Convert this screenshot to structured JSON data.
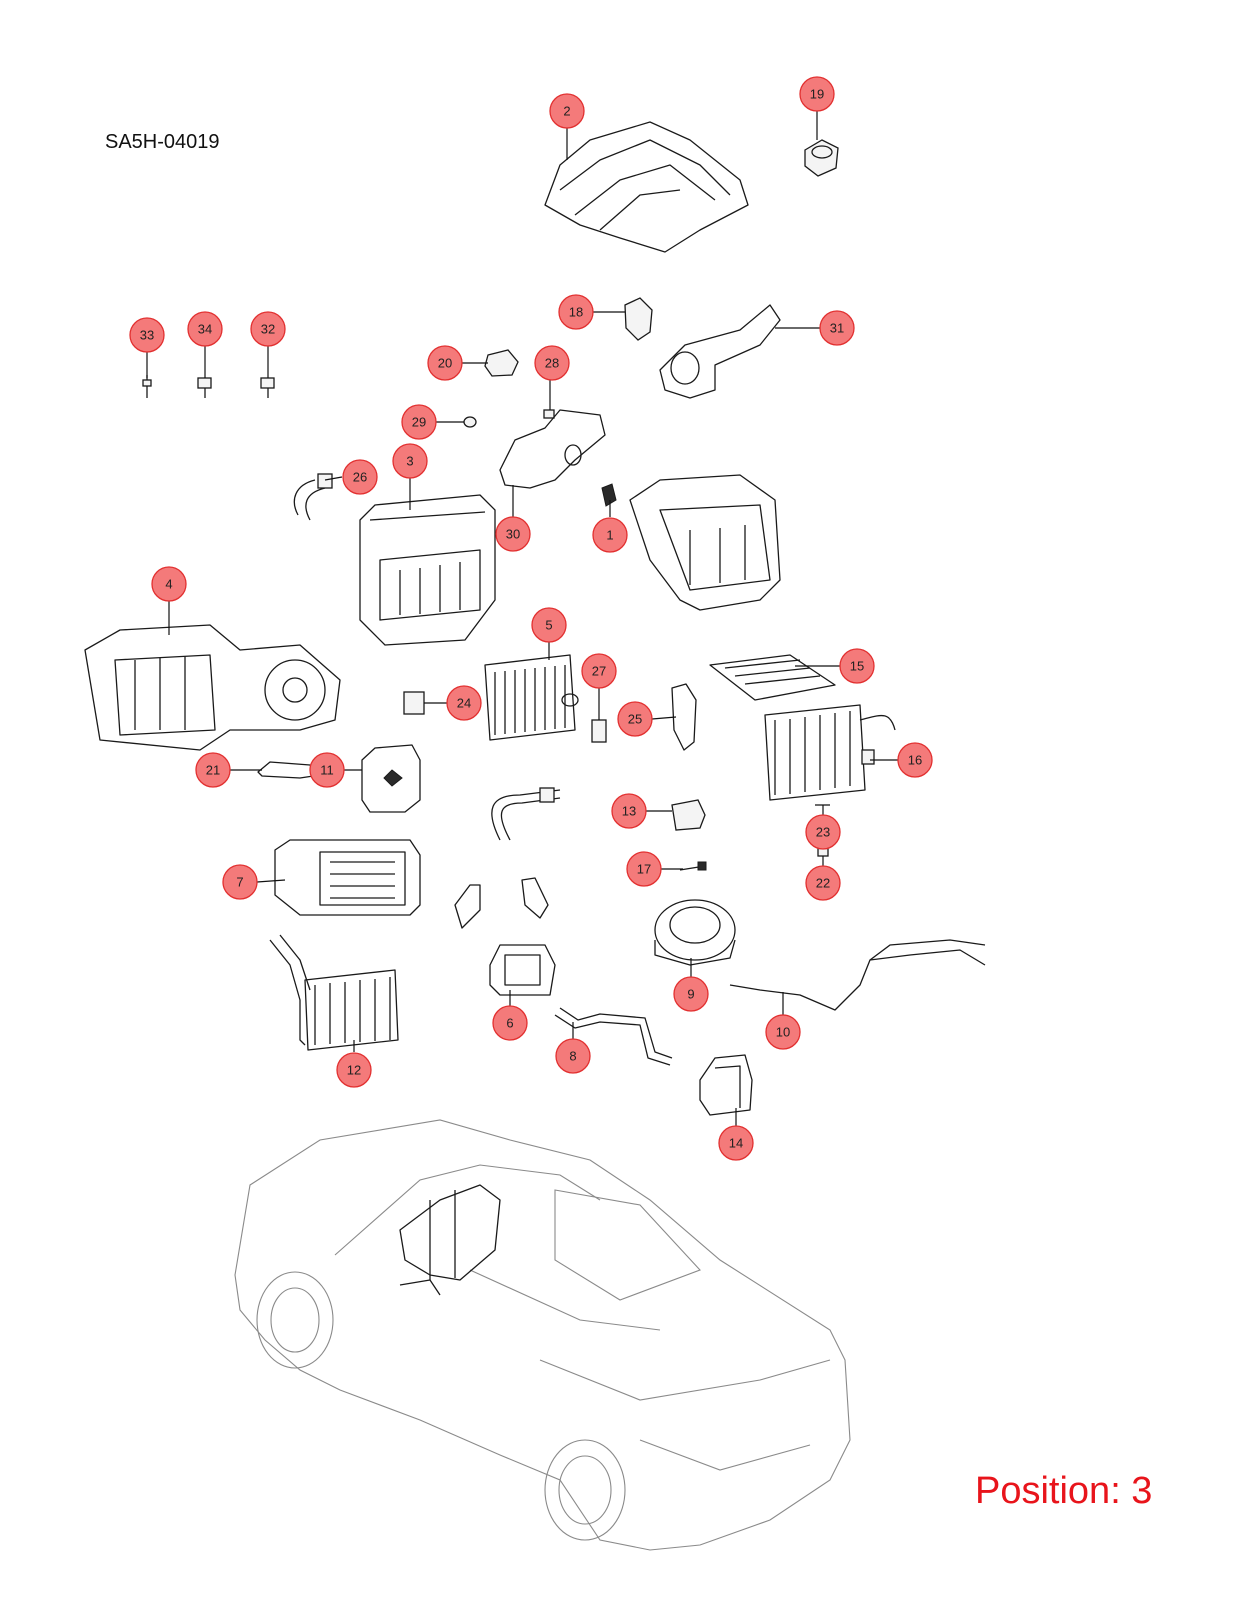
{
  "doc_code": "SA5H-04019",
  "position_label": "Position: 3",
  "colors": {
    "callout_fill": "#f47a7a",
    "callout_stroke": "#e23030",
    "position_text": "#e8141b"
  },
  "callouts": [
    {
      "label": "1"
    },
    {
      "label": "2"
    },
    {
      "label": "3"
    },
    {
      "label": "4"
    },
    {
      "label": "5"
    },
    {
      "label": "6"
    },
    {
      "label": "7"
    },
    {
      "label": "8"
    },
    {
      "label": "9"
    },
    {
      "label": "10"
    },
    {
      "label": "11"
    },
    {
      "label": "12"
    },
    {
      "label": "13"
    },
    {
      "label": "14"
    },
    {
      "label": "15"
    },
    {
      "label": "16"
    },
    {
      "label": "17"
    },
    {
      "label": "18"
    },
    {
      "label": "19"
    },
    {
      "label": "20"
    },
    {
      "label": "21"
    },
    {
      "label": "22"
    },
    {
      "label": "23"
    },
    {
      "label": "24"
    },
    {
      "label": "25"
    },
    {
      "label": "26"
    },
    {
      "label": "27"
    },
    {
      "label": "28"
    },
    {
      "label": "29"
    },
    {
      "label": "30"
    },
    {
      "label": "31"
    },
    {
      "label": "32"
    },
    {
      "label": "33"
    },
    {
      "label": "34"
    }
  ]
}
